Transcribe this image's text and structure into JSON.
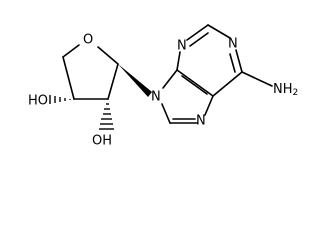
{
  "molecule": {
    "atoms": {
      "ring_oxygen": "O",
      "nitrogen_9": "N",
      "nitrogen_1": "N",
      "nitrogen_3": "N",
      "nitrogen_7": "N",
      "hydroxyl_3": "HO",
      "hydroxyl_2": "OH",
      "amine": "NH",
      "amine_subscript": "2"
    }
  }
}
